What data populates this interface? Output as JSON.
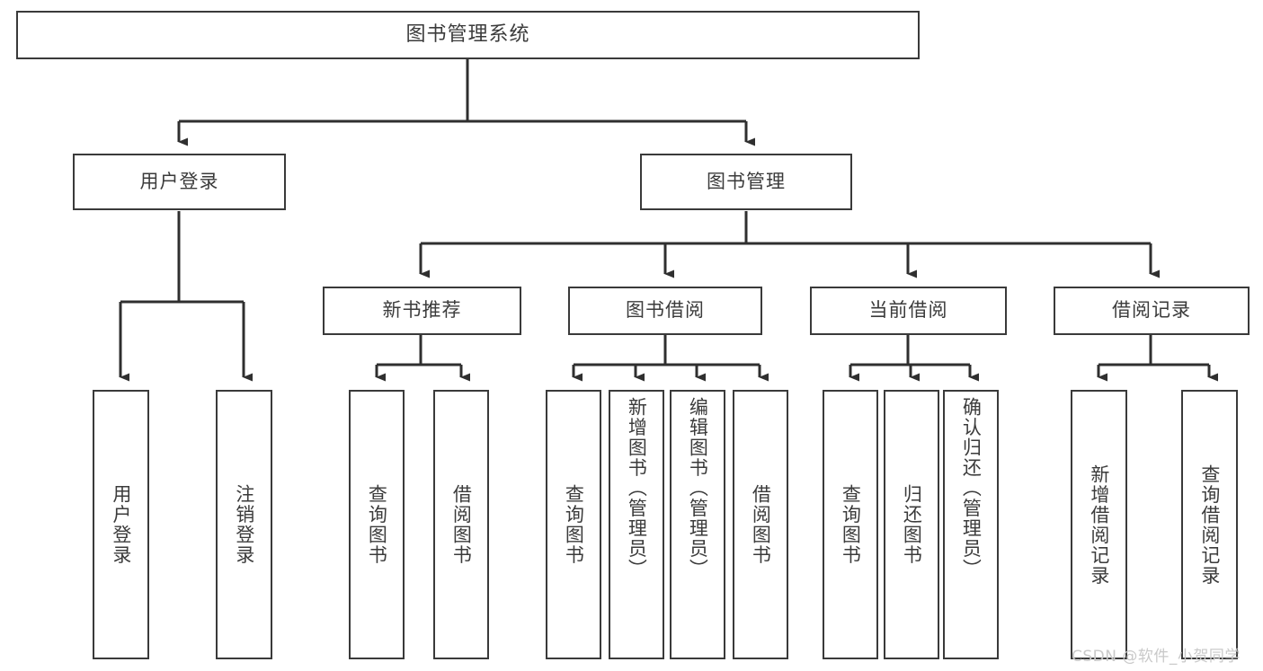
{
  "diagram": {
    "title": "图书管理系统",
    "type": "hierarchy-tree",
    "watermark": "CSDN @软件_小贺同学",
    "colors": {
      "background": "#ffffff",
      "box_border": "#3a3a3a",
      "box_fill": "#ffffff",
      "text": "#3b3b3b",
      "connector": "#2f2f2f",
      "watermark": "#c9c9c9"
    },
    "levels": {
      "root": "图书管理系统",
      "level2": [
        "用户登录",
        "图书管理"
      ],
      "level3": [
        "新书推荐",
        "图书借阅",
        "当前借阅",
        "借阅记录"
      ]
    },
    "nodes": {
      "root": {
        "label": "图书管理系统"
      },
      "user_login": {
        "label": "用户登录"
      },
      "book_manage": {
        "label": "图书管理"
      },
      "new_book_rec": {
        "label": "新书推荐"
      },
      "book_borrow": {
        "label": "图书借阅"
      },
      "current_borrow": {
        "label": "当前借阅"
      },
      "borrow_record": {
        "label": "借阅记录"
      }
    },
    "leaves": {
      "user_login": [
        {
          "label": "用户登录"
        },
        {
          "label": "注销登录"
        }
      ],
      "new_book_rec": [
        {
          "label": "查询图书"
        },
        {
          "label": "借阅图书"
        }
      ],
      "book_borrow": [
        {
          "label": "查询图书"
        },
        {
          "label": "新增图书（管理员）"
        },
        {
          "label": "编辑图书（管理员）"
        },
        {
          "label": "借阅图书"
        }
      ],
      "current_borrow": [
        {
          "label": "查询图书"
        },
        {
          "label": "归还图书"
        },
        {
          "label": "确认归还（管理员）"
        }
      ],
      "borrow_record": [
        {
          "label": "新增借阅记录"
        },
        {
          "label": "查询借阅记录"
        }
      ]
    }
  }
}
